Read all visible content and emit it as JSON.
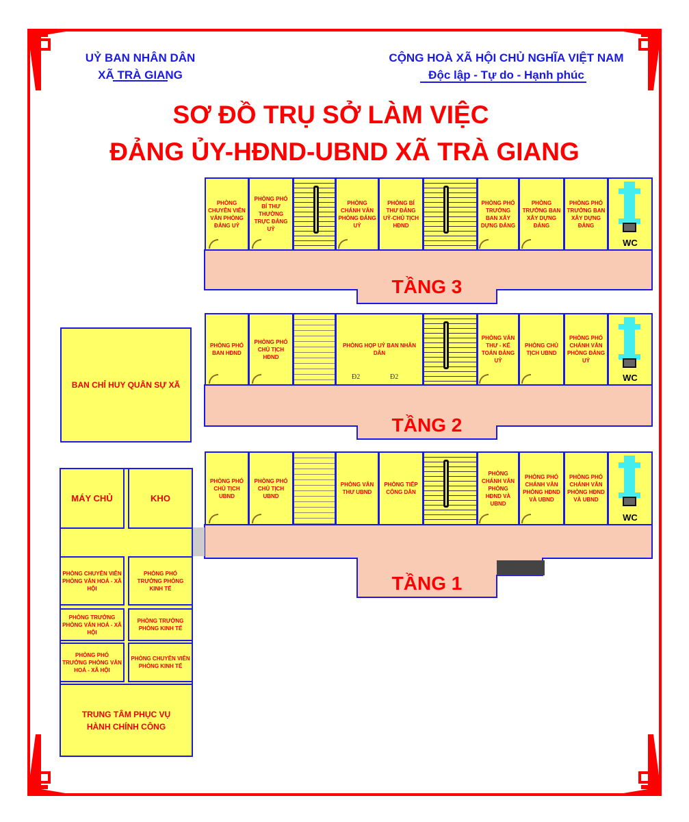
{
  "header": {
    "left": {
      "line1": "UỶ BAN NHÂN DÂN",
      "line2": "XÃ TRÀ GIANG"
    },
    "right": {
      "line1": "CỘNG HOÀ XÃ HỘI CHỦ NGHĨA VIỆT NAM",
      "line2": "Độc lập - Tự do - Hạnh phúc"
    }
  },
  "title": {
    "line1": "SƠ ĐỒ TRỤ SỞ LÀM VIỆC",
    "line2": "ĐẢNG ỦY-HĐND-UBND XÃ TRÀ GIANG"
  },
  "floor3": {
    "label": "TẦNG 3",
    "rooms": [
      "PHÒNG CHUYÊN VIÊN VĂN PHÒNG ĐẢNG UỶ",
      "PHÒNG PHÓ BÍ THƯ THƯỜNG TRỰC ĐẢNG UỶ",
      "PHÒNG CHÁNH VĂN PHÒNG ĐẢNG UỶ",
      "PHÒNG BÍ THƯ ĐẢNG UỶ-CHỦ TỊCH HĐND",
      "PHÒNG PHÓ TRƯỞNG BAN XÂY DỰNG ĐẢNG",
      "PHÒNG TRƯỞNG BAN XÂY DỰNG ĐẢNG",
      "PHÒNG PHÓ TRƯỞNG BAN XÂY DỰNG ĐẢNG"
    ],
    "wc": "WC"
  },
  "floor2": {
    "label": "TẦNG 2",
    "rooms": [
      "PHÒNG PHÓ BAN HĐND",
      "PHÒNG PHÓ CHỦ TỊCH HĐND",
      "PHÒNG HỌP UỶ BAN NHÂN DÂN",
      "PHÒNG VĂN THƯ - KẾ TOÁN ĐẢNG UỶ",
      "PHÒNG CHỦ TỊCH UBND",
      "PHÒNG PHÓ CHÁNH VĂN PHÒNG ĐẢNG UỶ"
    ],
    "door_label": "Đ2",
    "wc": "WC"
  },
  "floor1": {
    "label": "TẦNG 1",
    "rooms": [
      "PHÒNG PHÓ CHỦ TỊCH UBND",
      "PHÒNG PHÓ CHỦ TỊCH UBND",
      "PHÒNG VĂN THƯ UBND",
      "PHÒNG TIẾP CÔNG DÂN",
      "PHÒNG CHÁNH VĂN PHÒNG HĐND VÀ UBND",
      "PHÒNG PHÓ CHÁNH VĂN PHÒNG HĐND VÀ UBND",
      "PHÒNG PHÓ CHÁNH VĂN PHÒNG HĐND VÀ UBND"
    ],
    "wc": "WC"
  },
  "annex": {
    "command": "BAN CHỈ HUY QUÂN SỰ XÃ",
    "server": "MÁY CHỦ",
    "storage": "KHO",
    "rooms": [
      "PHÒNG CHUYÊN VIÊN PHÒNG VĂN HOÁ - XÃ HỘI",
      "PHÒNG PHÓ TRƯỞNG PHÒNG KINH TẾ",
      "PHÒNG TRƯỞNG PHÒNG VĂN HOÁ - XÃ HỘI",
      "PHÒNG TRƯỞNG PHÒNG KINH TẾ",
      "PHÒNG PHÓ TRƯỞNG PHÒNG VĂN HOÁ - XÃ HỘI",
      "PHÒNG CHUYÊN VIÊN PHÒNG KINH TẾ"
    ],
    "service_center": "TRUNG TÂM PHỤC VỤ HÀNH CHÍNH CÔNG"
  },
  "colors": {
    "border": "#ff0000",
    "room": "#ffff66",
    "corridor": "#f9cbb5",
    "wall": "#1a1ae6",
    "header": "#1a1ae6"
  }
}
